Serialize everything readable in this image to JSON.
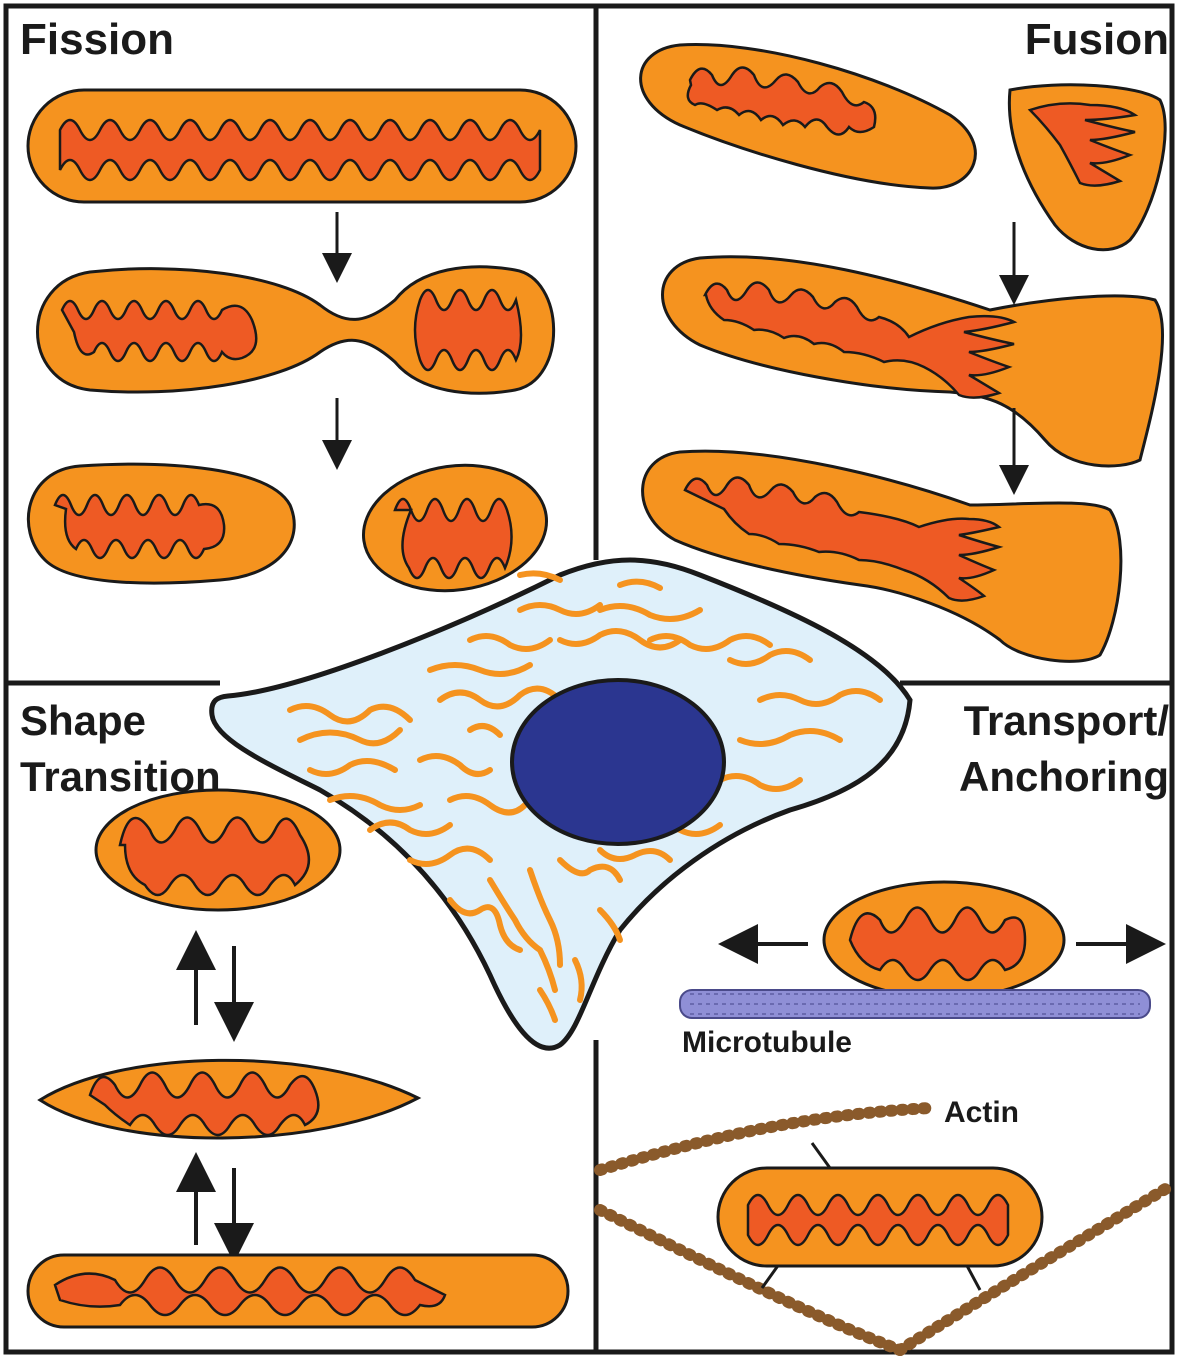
{
  "panels": {
    "fission": {
      "title": "Fission"
    },
    "fusion": {
      "title": "Fusion"
    },
    "shape": {
      "title_line1": "Shape",
      "title_line2": "Transition"
    },
    "transport": {
      "title_line1": "Transport/",
      "title_line2": "Anchoring"
    }
  },
  "labels": {
    "microtubule": "Microtubule",
    "actin": "Actin"
  },
  "colors": {
    "outer_membrane": "#f5931f",
    "inner_matrix": "#ee5a24",
    "outline": "#1a1a1a",
    "cytoplasm": "#dff0fa",
    "nucleus": "#2b3690",
    "microtubule": "#8f8fd6",
    "actin": "#8a5a2b"
  }
}
